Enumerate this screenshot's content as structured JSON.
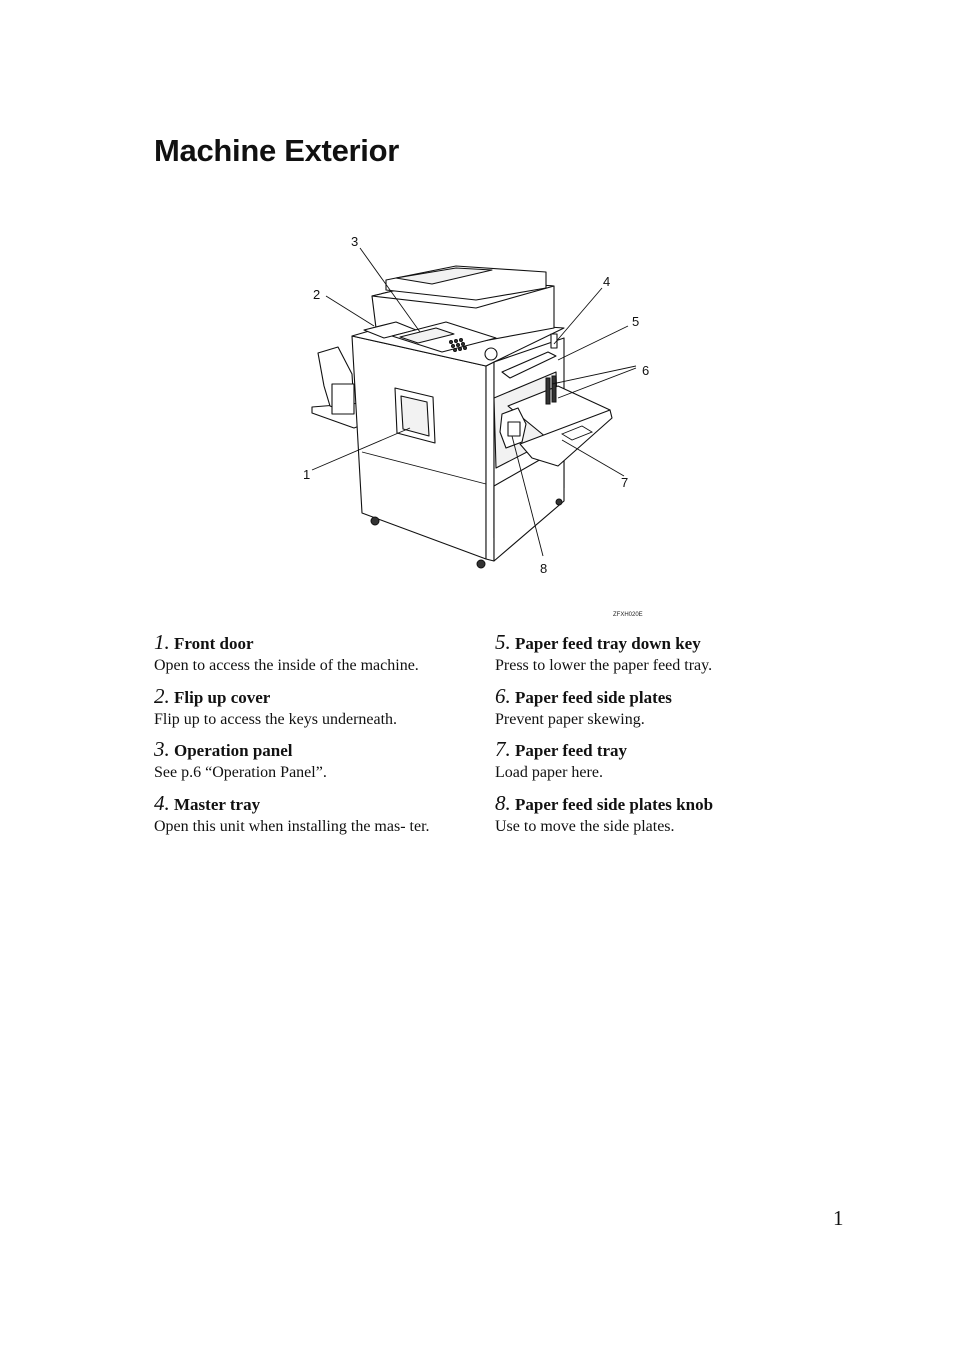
{
  "page": {
    "title": "Machine Exterior",
    "page_number": "1"
  },
  "figure": {
    "code": "ZFXH020E",
    "callouts": [
      "1",
      "2",
      "3",
      "4",
      "5",
      "6",
      "7",
      "8"
    ]
  },
  "items": [
    {
      "number": "1.",
      "name": "Front door",
      "description": "Open to access the inside of the machine."
    },
    {
      "number": "2.",
      "name": "Flip up cover",
      "description": "Flip up to access the keys underneath."
    },
    {
      "number": "3.",
      "name": "Operation panel",
      "description": "See p.6 “Operation Panel”."
    },
    {
      "number": "4.",
      "name": "Master tray",
      "description": "Open this unit when installing the mas- ter."
    },
    {
      "number": "5.",
      "name": "Paper feed tray down key",
      "description": "Press to lower the paper feed tray."
    },
    {
      "number": "6.",
      "name": "Paper feed side plates",
      "description": "Prevent paper skewing."
    },
    {
      "number": "7.",
      "name": "Paper feed tray",
      "description": "Load paper here."
    },
    {
      "number": "8.",
      "name": "Paper feed side plates knob",
      "description": "Use to move the side plates."
    }
  ]
}
